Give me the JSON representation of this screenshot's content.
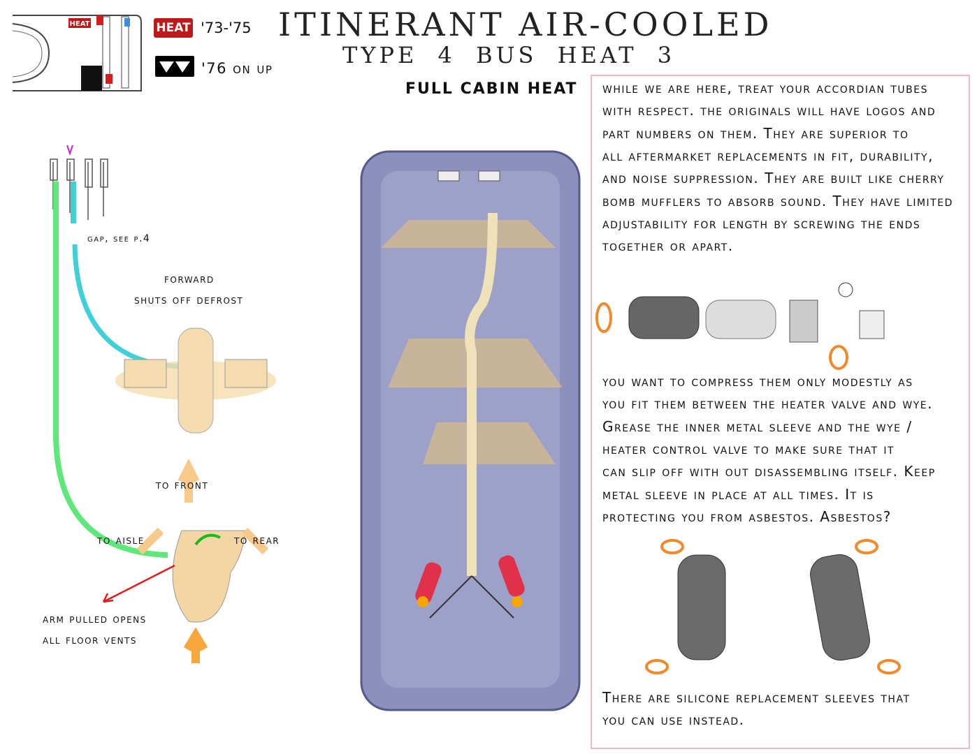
{
  "header": {
    "title": "ITINERANT AIR-COOLED",
    "subtitle": "TYPE 4  BUS HEAT  3",
    "section": "FULL CABIN HEAT"
  },
  "legend": {
    "heat_badge": "HEAT",
    "heat_badge_years": "'73-'75",
    "arrow_badge_years": "'76 on up",
    "control_panel_badge": "HEAT"
  },
  "left_diagram": {
    "gap_note": "gap, see p.4",
    "forward_label": "forward",
    "defrost_label": "shuts off defrost",
    "to_front": "to front",
    "to_aisle": "to aisle",
    "to_rear": "to rear",
    "arm_line1": "arm pulled opens",
    "arm_line2": "all floor vents"
  },
  "panel": {
    "paragraph1": [
      "while we are here, treat your accordian tubes",
      "with respect. the originals will have logos and",
      "part numbers on them. They are superior to",
      "all aftermarket replacements in fit, durability,",
      "and noise suppression. They are built like cherry",
      "bomb mufflers to absorb sound. They have limited",
      "adjustability for length by screwing the ends",
      "together or apart."
    ],
    "paragraph2": [
      "you want to compress them only modestly as",
      "you fit them between the heater valve and wye.",
      "Grease the inner metal sleeve and the wye /",
      "heater control valve to make sure that it",
      "can slip off with out disassembling itself. Keep",
      "metal sleeve in place at all times. It is",
      "protecting you from asbestos. Asbestos?"
    ],
    "paragraph3": [
      "There are silicone replacement sleeves that",
      "you can use instead."
    ]
  },
  "colors": {
    "heat_red": "#d21e1e",
    "bus": "#8d8fbd",
    "pipe_green": "#5fe87a",
    "pipe_cyan": "#3fd0d8",
    "duct": "#f1d49a",
    "ring": "#f08a2a",
    "border": "#f1b9bd"
  }
}
